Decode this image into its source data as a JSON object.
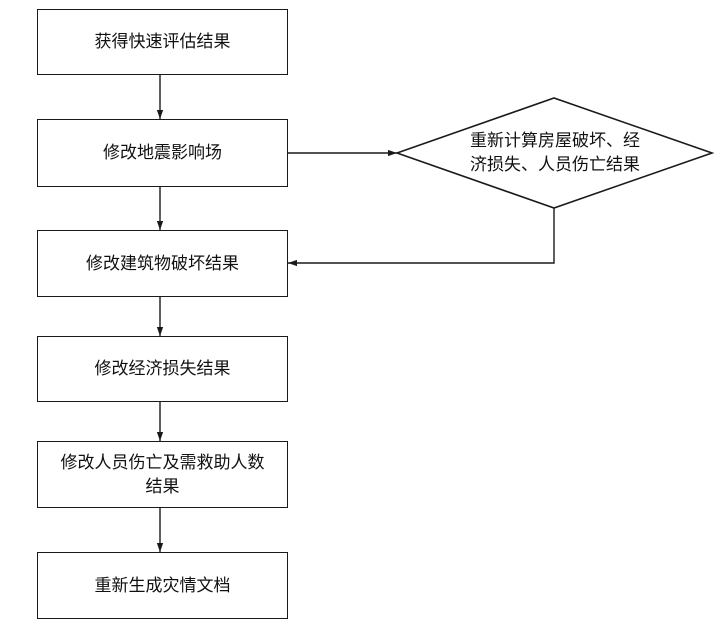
{
  "flowchart": {
    "step1": "获得快速评估结果",
    "step2": "修改地震影响场",
    "step3": "修改建筑物破坏结果",
    "step4": "修改经济损失结果",
    "step5_line1": "修改人员伤亡及需救助人数",
    "step5_line2": "结果",
    "step6": "重新生成灾情文档",
    "decision_line1": "重新计算房屋破坏、经",
    "decision_line2": "济损失、人员伤亡结果"
  },
  "colors": {
    "stroke": "#1a1a1a",
    "text": "#111111",
    "background": "#ffffff"
  }
}
